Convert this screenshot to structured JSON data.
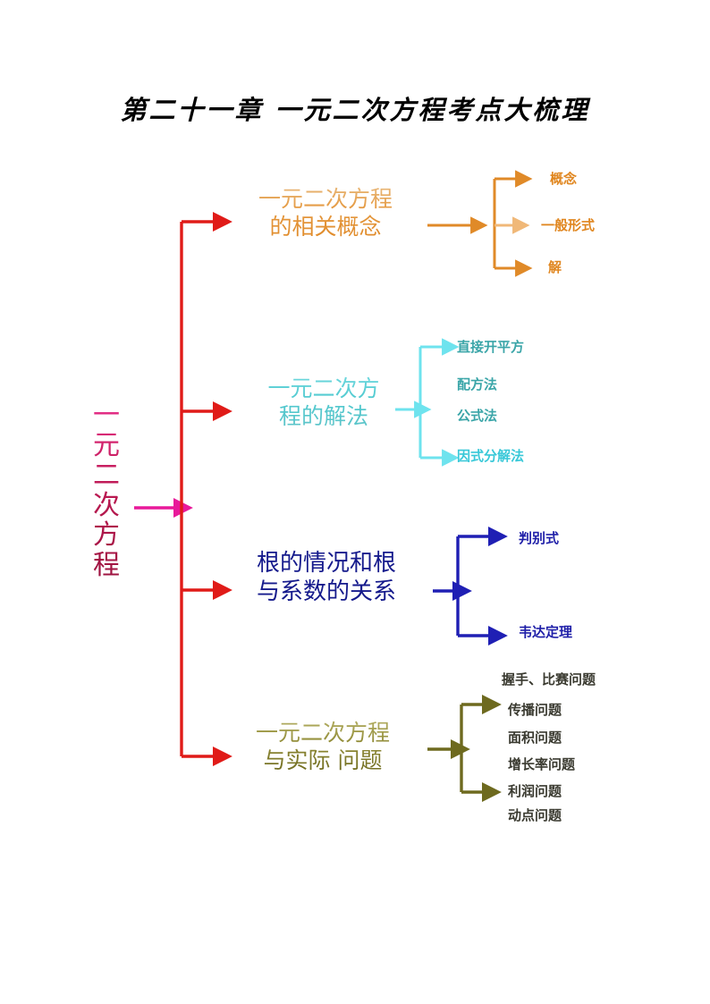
{
  "document": {
    "title": "第二十一章 一元二次方程考点大梳理"
  },
  "root": {
    "name": "root-node",
    "text_vertical": [
      "一",
      "元",
      "二",
      "次",
      "方",
      "程"
    ],
    "full_text": "一元二次方程",
    "color": "#c01f5a"
  },
  "branches": [
    {
      "id": "branch-1",
      "title": "一元二次方程\n的相关概念",
      "color": "#e08a28",
      "leaves": [
        {
          "label": "概念",
          "arrow": true
        },
        {
          "label": "一般形式",
          "arrow": true
        },
        {
          "label": "解",
          "arrow": true
        }
      ]
    },
    {
      "id": "branch-2",
      "title": "一元二次方\n程的解法",
      "color": "#4fc9cf",
      "leaves": [
        {
          "label": "直接开平方",
          "arrow": true
        },
        {
          "label": "配方法",
          "arrow": false
        },
        {
          "label": "公式法",
          "arrow": false
        },
        {
          "label": "因式分解法",
          "arrow": true
        }
      ]
    },
    {
      "id": "branch-3",
      "title": "根的情况和根\n与系数的关系",
      "color": "#151a8c",
      "leaves": [
        {
          "label": "判别式",
          "arrow": true
        },
        {
          "label": "韦达定理",
          "arrow": true
        }
      ]
    },
    {
      "id": "branch-4",
      "title": "一元二次方程\n与实际 问题",
      "color": "#6e6a1f",
      "leaves": [
        {
          "label": "握手、比赛问题",
          "arrow": false
        },
        {
          "label": "传播问题",
          "arrow": true
        },
        {
          "label": "面积问题",
          "arrow": false
        },
        {
          "label": "增长率问题",
          "arrow": false
        },
        {
          "label": "利润问题",
          "arrow": true
        },
        {
          "label": "动点问题",
          "arrow": false
        }
      ]
    }
  ],
  "colors": {
    "trunk_red": "#e01b18",
    "entry_magenta": "#e8199a",
    "branch1": "#e08a28",
    "branch1_light": "#f0b878",
    "branch2": "#6ee3ee",
    "branch3": "#1f1fb4",
    "branch4": "#6e6a1f"
  }
}
